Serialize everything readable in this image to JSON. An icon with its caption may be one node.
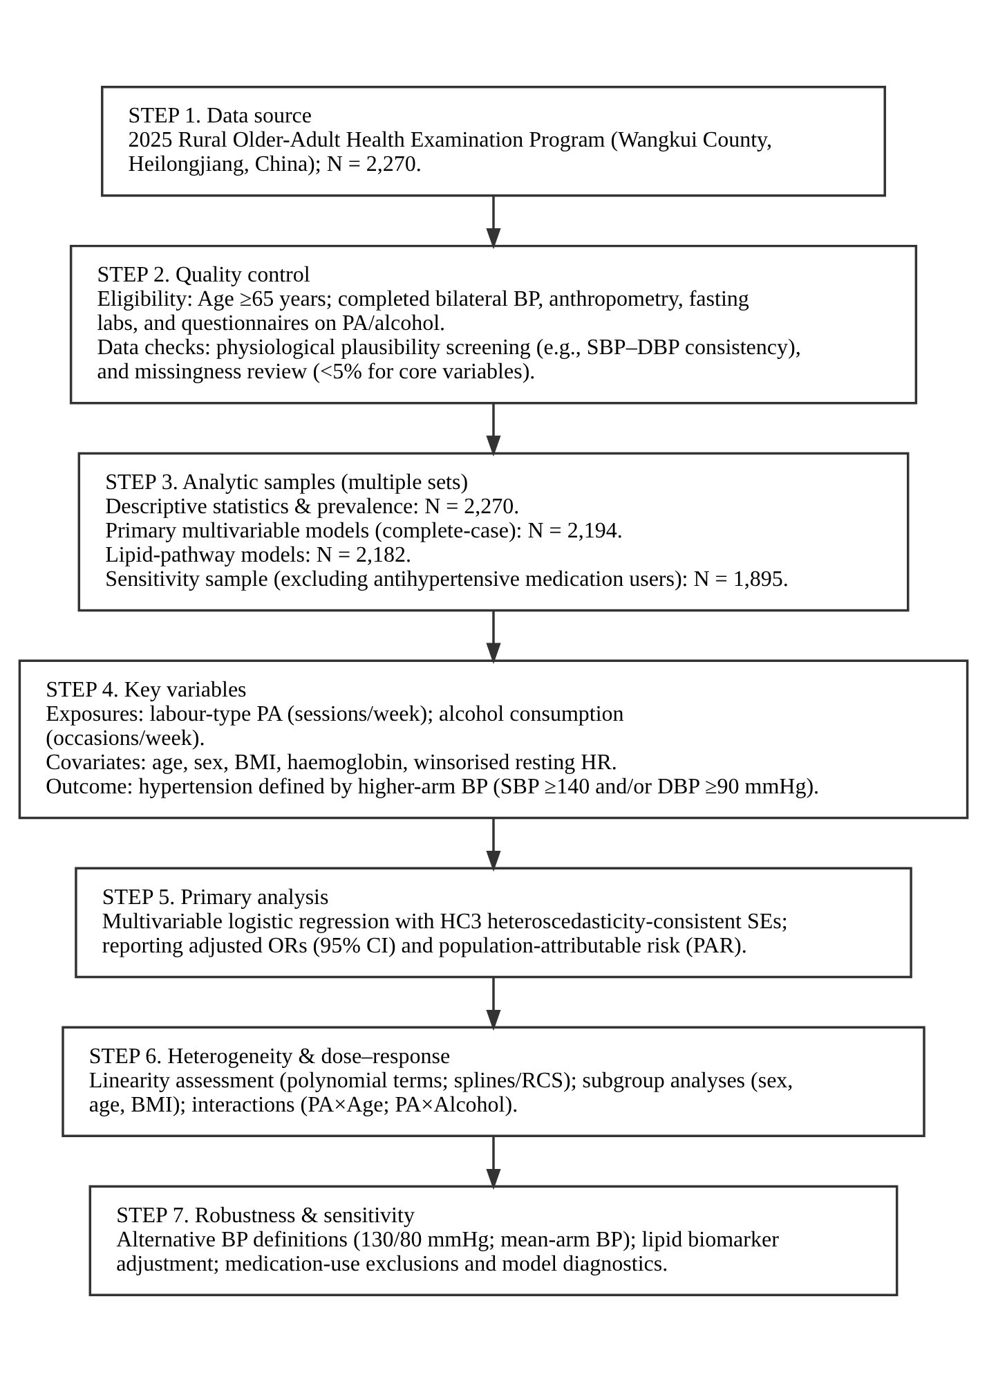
{
  "diagram": {
    "nodes": [
      {
        "text": [
          "STEP 1. Data source",
          "2025 Rural Older-Adult Health Examination Program (Wangkui County, Heilongjiang, China); N = 2,270."
        ]
      },
      {
        "text": [
          "STEP 2. Quality control",
          "Eligibility: Age ≥65 years; completed bilateral BP, anthropometry, fasting labs, and questionnaires on PA/alcohol.",
          "Data checks: physiological plausibility screening (e.g., SBP–DBP consistency), and missingness review (<5% for core variables)."
        ]
      },
      {
        "text": [
          "STEP 3. Analytic samples (multiple sets)",
          "Descriptive statistics & prevalence: N = 2,270.",
          "Primary multivariable models (complete-case): N = 2,194.",
          "Lipid-pathway models: N = 2,182.",
          "Sensitivity sample (excluding antihypertensive medication users): N = 1,895."
        ]
      },
      {
        "text": [
          "STEP 4. Key variables",
          "Exposures: labour-type PA (sessions/week); alcohol consumption (occasions/week).",
          "Covariates: age, sex, BMI, haemoglobin, winsorised resting HR.",
          "Outcome: hypertension defined by higher-arm BP (SBP ≥140 and/or DBP ≥90 mmHg)."
        ]
      },
      {
        "text": [
          "STEP 5. Primary analysis",
          "Multivariable logistic regression with HC3 heteroscedasticity-consistent SEs; reporting adjusted ORs (95% CI) and population-attributable risk (PAR)."
        ]
      },
      {
        "text": [
          "STEP 6. Heterogeneity & dose–response",
          "Linearity assessment (polynomial terms; splines/RCS); subgroup analyses (sex, age, BMI); interactions (PA×Age; PA×Alcohol)."
        ]
      },
      {
        "text": [
          "STEP 7. Robustness & sensitivity",
          "Alternative BP definitions (130/80 mmHg; mean-arm BP); lipid biomarker adjustment; medication-use exclusions and model diagnostics."
        ]
      }
    ],
    "edges": [
      {
        "from": 0,
        "to": 1,
        "arrow": "to"
      },
      {
        "from": 1,
        "to": 2,
        "arrow": "to"
      },
      {
        "from": 2,
        "to": 3,
        "arrow": "to"
      },
      {
        "from": 3,
        "to": 4,
        "arrow": "to"
      },
      {
        "from": 4,
        "to": 5,
        "arrow": "to"
      },
      {
        "from": 5,
        "to": 6,
        "arrow": "to"
      }
    ]
  }
}
